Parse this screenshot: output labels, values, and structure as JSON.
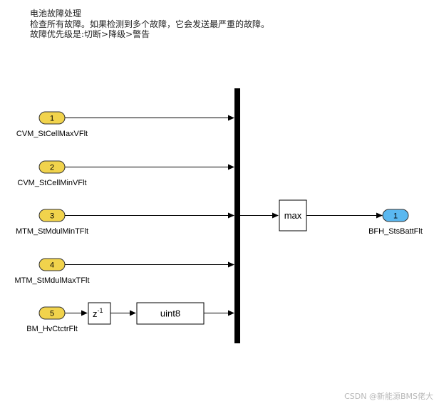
{
  "annotation": {
    "line1": "电池故障处理",
    "line2": "检查所有故障。如果检测到多个故障，它会发送最严重的故障。",
    "line3": "故障优先级是:切断>降级>警告"
  },
  "inports": [
    {
      "number": "1",
      "name": "CVM_StCellMaxVFlt"
    },
    {
      "number": "2",
      "name": "CVM_StCellMinVFlt"
    },
    {
      "number": "3",
      "name": "MTM_StMdulMinTFlt"
    },
    {
      "number": "4",
      "name": "MTM_StMdulMaxTFlt"
    },
    {
      "number": "5",
      "name": "BM_HvCtctrFlt"
    }
  ],
  "blocks": {
    "unit_delay": {
      "base": "z",
      "exponent": "-1"
    },
    "convert": "uint8",
    "max": "max"
  },
  "outport": {
    "number": "1",
    "name": "BFH_StsBattFlt"
  },
  "colors": {
    "inport_fill": "#f1d34c",
    "outport_fill": "#5ab8f0",
    "mux_bar": "#000000"
  },
  "watermark": "CSDN @新能源BMS佬大"
}
